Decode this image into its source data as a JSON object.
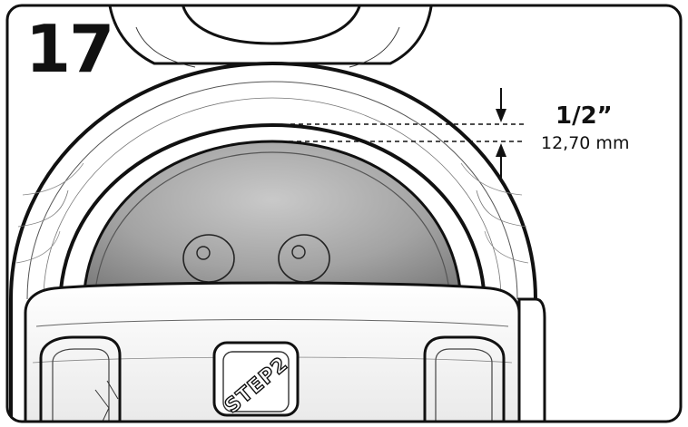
{
  "step": {
    "number": "17"
  },
  "dimension": {
    "imperial": "1/2”",
    "metric": "12,70 mm"
  },
  "logo": {
    "text": "STEP2"
  },
  "colors": {
    "line": "#111111",
    "part_fill": "#ffffff",
    "gray_inner": "#9a9a9a",
    "gray_dark": "#6e6e6e"
  }
}
